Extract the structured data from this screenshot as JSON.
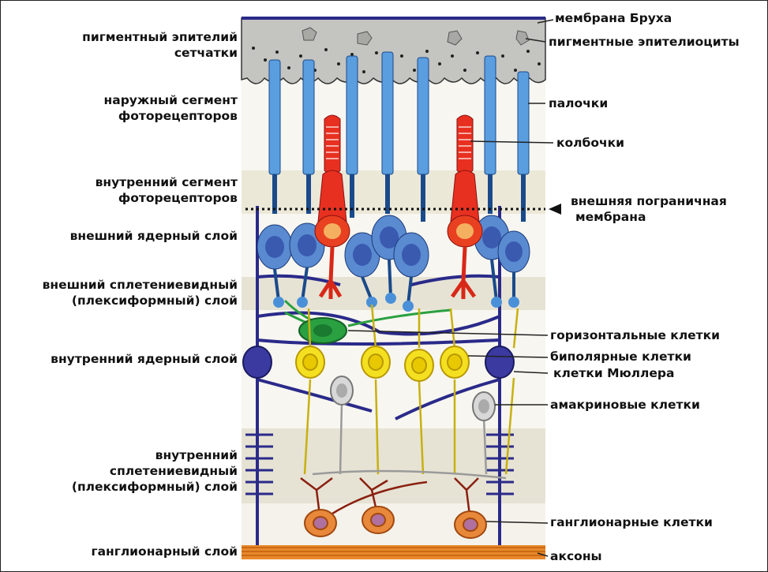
{
  "left_labels": {
    "pigment_epithelium": [
      "пигментный эпителий",
      "сетчатки"
    ],
    "outer_segment": [
      "наружный сегмент",
      "фоторецепторов"
    ],
    "inner_segment": [
      "внутренний сегмент",
      "фоторецепторов"
    ],
    "outer_nuclear": "внешний ядерный слой",
    "outer_plexiform": [
      "внешний сплетениевидный",
      "(плексиформный) слой"
    ],
    "inner_nuclear": "внутренний ядерный слой",
    "inner_plexiform": [
      "внутренний",
      "сплетениевидный",
      "(плексиформный) слой"
    ],
    "ganglion_layer": "ганглионарный слой"
  },
  "right_labels": {
    "bruch": "мембрана Бруха",
    "pigment_cells": "пигментные эпителиоциты",
    "rods": "палочки",
    "cones": "колбочки",
    "olm": [
      "внешняя пограничная",
      "мембрана"
    ],
    "horizontal": "горизонтальные клетки",
    "bipolar": "биполярные клетки",
    "muller": "клетки Мюллера",
    "amacrine": "амакриновые клетки",
    "ganglion_cells": "ганглионарные клетки",
    "axons": "аксоны"
  },
  "colors": {
    "rod": "#4a90d8",
    "cone": "#e83020",
    "horizontal": "#2aa040",
    "bipolar": "#f4e020",
    "muller": "#2a2a8a",
    "amacrine": "#c8c8c8",
    "ganglion": "#e8883a",
    "pigment": "#b8b8b8"
  }
}
